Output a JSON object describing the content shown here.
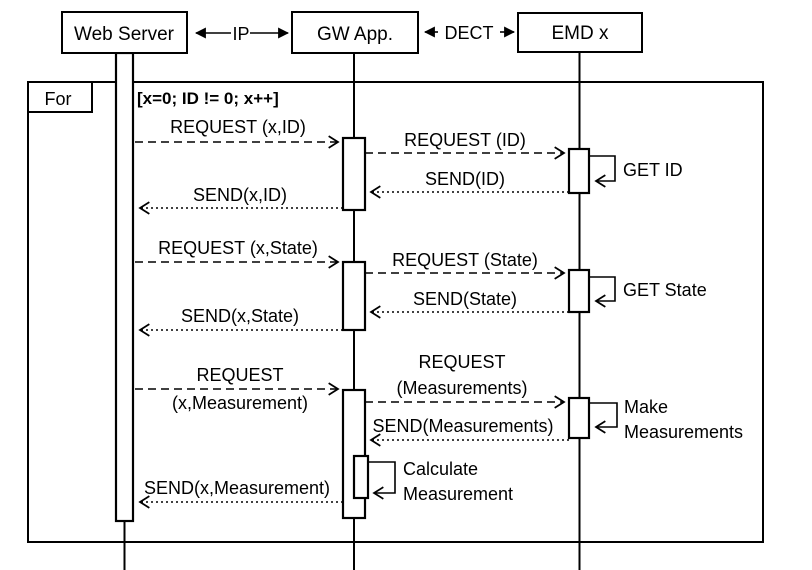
{
  "diagram_type": "uml-sequence-diagram",
  "colors": {
    "background": "#ffffff",
    "line": "#000000",
    "text": "#000000"
  },
  "actors": [
    {
      "id": "web-server",
      "label": "Web Server"
    },
    {
      "id": "gw-app",
      "label": "GW App."
    },
    {
      "id": "emd-x",
      "label": "EMD x"
    }
  ],
  "links": [
    {
      "id": "ip",
      "label": "IP",
      "between": [
        "Web Server",
        "GW App."
      ]
    },
    {
      "id": "dect",
      "label": "DECT",
      "between": [
        "GW App.",
        "EMD x"
      ]
    }
  ],
  "frame": {
    "operator": "For",
    "condition": "[x=0; ID != 0; x++]"
  },
  "messages": [
    {
      "label": "REQUEST (x,ID)",
      "type": "request",
      "from": "Web Server",
      "to": "GW App."
    },
    {
      "label": "REQUEST (ID)",
      "type": "request",
      "from": "GW App.",
      "to": "EMD x"
    },
    {
      "label": "GET ID",
      "type": "self",
      "from": "EMD x",
      "to": "EMD x"
    },
    {
      "label": "SEND(ID)",
      "type": "send",
      "from": "EMD x",
      "to": "GW App."
    },
    {
      "label": "SEND(x,ID)",
      "type": "send",
      "from": "GW App.",
      "to": "Web Server"
    },
    {
      "label": "REQUEST (x,State)",
      "type": "request",
      "from": "Web Server",
      "to": "GW App."
    },
    {
      "label": "REQUEST (State)",
      "type": "request",
      "from": "GW App.",
      "to": "EMD x"
    },
    {
      "label": "GET State",
      "type": "self",
      "from": "EMD x",
      "to": "EMD x"
    },
    {
      "label": "SEND(State)",
      "type": "send",
      "from": "EMD x",
      "to": "GW App."
    },
    {
      "label": "SEND(x,State)",
      "type": "send",
      "from": "GW App.",
      "to": "Web Server"
    },
    {
      "label": "REQUEST",
      "label2": "(x,Measurement)",
      "type": "request",
      "from": "Web Server",
      "to": "GW App."
    },
    {
      "label": "REQUEST",
      "label2": "(Measurements)",
      "type": "request",
      "from": "GW App.",
      "to": "EMD x"
    },
    {
      "label": "Make",
      "label2": "Measurements",
      "type": "self",
      "from": "EMD x",
      "to": "EMD x"
    },
    {
      "label": "SEND(Measurements)",
      "type": "send",
      "from": "EMD x",
      "to": "GW App."
    },
    {
      "label": "Calculate",
      "label2": "Measurement",
      "type": "self",
      "from": "GW App.",
      "to": "GW App."
    },
    {
      "label": "SEND(x,Measurement)",
      "type": "send",
      "from": "GW App.",
      "to": "Web Server"
    }
  ]
}
